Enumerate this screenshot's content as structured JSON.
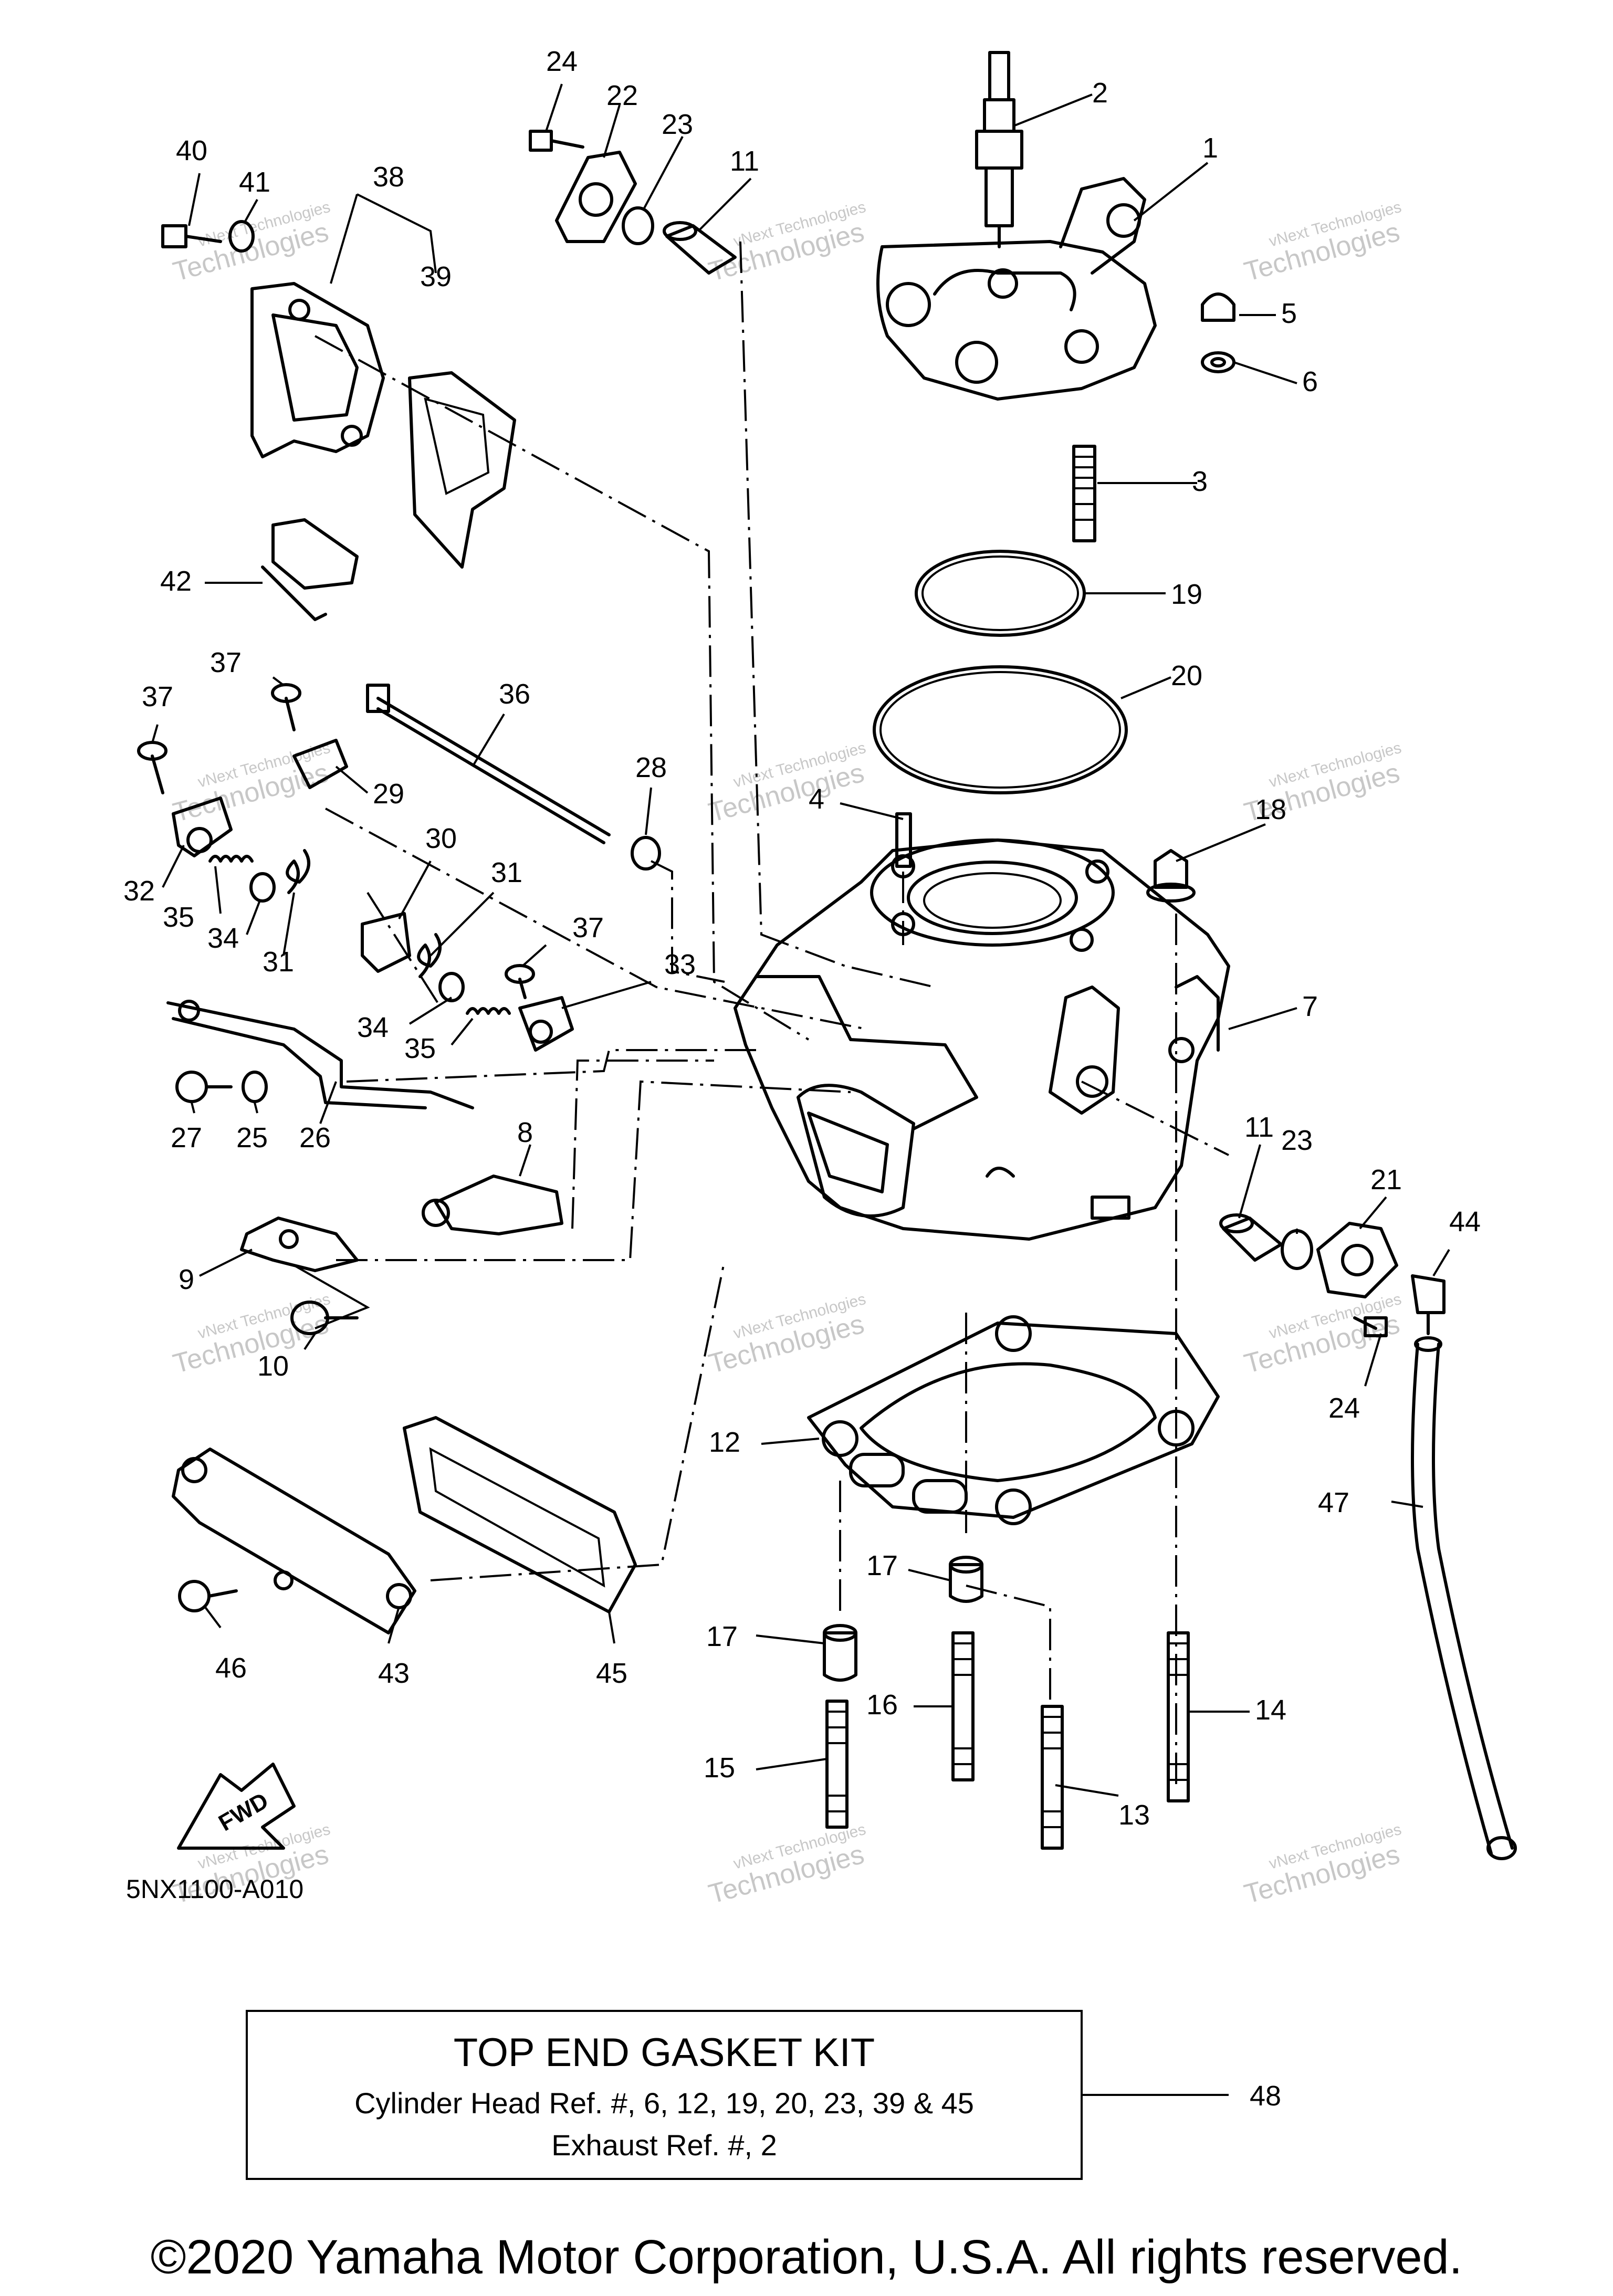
{
  "diagram_code": "5NX1100-A010",
  "fwd_label": "FWD",
  "watermark": {
    "line1": "vNext Technologies",
    "line2": "Technologies",
    "line2_top": "vNext"
  },
  "callouts": [
    {
      "id": "1",
      "text": "1"
    },
    {
      "id": "2",
      "text": "2"
    },
    {
      "id": "3",
      "text": "3"
    },
    {
      "id": "4",
      "text": "4"
    },
    {
      "id": "5",
      "text": "5"
    },
    {
      "id": "6",
      "text": "6"
    },
    {
      "id": "7",
      "text": "7"
    },
    {
      "id": "8",
      "text": "8"
    },
    {
      "id": "9",
      "text": "9"
    },
    {
      "id": "10",
      "text": "10"
    },
    {
      "id": "11a",
      "text": "11"
    },
    {
      "id": "11b",
      "text": "11"
    },
    {
      "id": "12",
      "text": "12"
    },
    {
      "id": "13",
      "text": "13"
    },
    {
      "id": "14",
      "text": "14"
    },
    {
      "id": "15",
      "text": "15"
    },
    {
      "id": "16",
      "text": "16"
    },
    {
      "id": "17a",
      "text": "17"
    },
    {
      "id": "17b",
      "text": "17"
    },
    {
      "id": "18",
      "text": "18"
    },
    {
      "id": "19",
      "text": "19"
    },
    {
      "id": "20",
      "text": "20"
    },
    {
      "id": "21",
      "text": "21"
    },
    {
      "id": "22",
      "text": "22"
    },
    {
      "id": "23a",
      "text": "23"
    },
    {
      "id": "23b",
      "text": "23"
    },
    {
      "id": "24a",
      "text": "24"
    },
    {
      "id": "24b",
      "text": "24"
    },
    {
      "id": "25",
      "text": "25"
    },
    {
      "id": "26",
      "text": "26"
    },
    {
      "id": "27",
      "text": "27"
    },
    {
      "id": "28",
      "text": "28"
    },
    {
      "id": "29",
      "text": "29"
    },
    {
      "id": "30",
      "text": "30"
    },
    {
      "id": "31a",
      "text": "31"
    },
    {
      "id": "31b",
      "text": "31"
    },
    {
      "id": "32",
      "text": "32"
    },
    {
      "id": "33",
      "text": "33"
    },
    {
      "id": "34a",
      "text": "34"
    },
    {
      "id": "34b",
      "text": "34"
    },
    {
      "id": "35a",
      "text": "35"
    },
    {
      "id": "35b",
      "text": "35"
    },
    {
      "id": "36",
      "text": "36"
    },
    {
      "id": "37a",
      "text": "37"
    },
    {
      "id": "37b",
      "text": "37"
    },
    {
      "id": "37c",
      "text": "37"
    },
    {
      "id": "38",
      "text": "38"
    },
    {
      "id": "39",
      "text": "39"
    },
    {
      "id": "40",
      "text": "40"
    },
    {
      "id": "41",
      "text": "41"
    },
    {
      "id": "42",
      "text": "42"
    },
    {
      "id": "43",
      "text": "43"
    },
    {
      "id": "44",
      "text": "44"
    },
    {
      "id": "45",
      "text": "45"
    },
    {
      "id": "46",
      "text": "46"
    },
    {
      "id": "47",
      "text": "47"
    },
    {
      "id": "48",
      "text": "48"
    }
  ],
  "kit": {
    "title": "TOP END GASKET KIT",
    "line1": "Cylinder Head Ref. #, 6, 12, 19, 20, 23, 39 & 45",
    "line2": "Exhaust Ref. #, 2"
  },
  "copyright": "©2020 Yamaha Motor Corporation, U.S.A. All rights reserved."
}
